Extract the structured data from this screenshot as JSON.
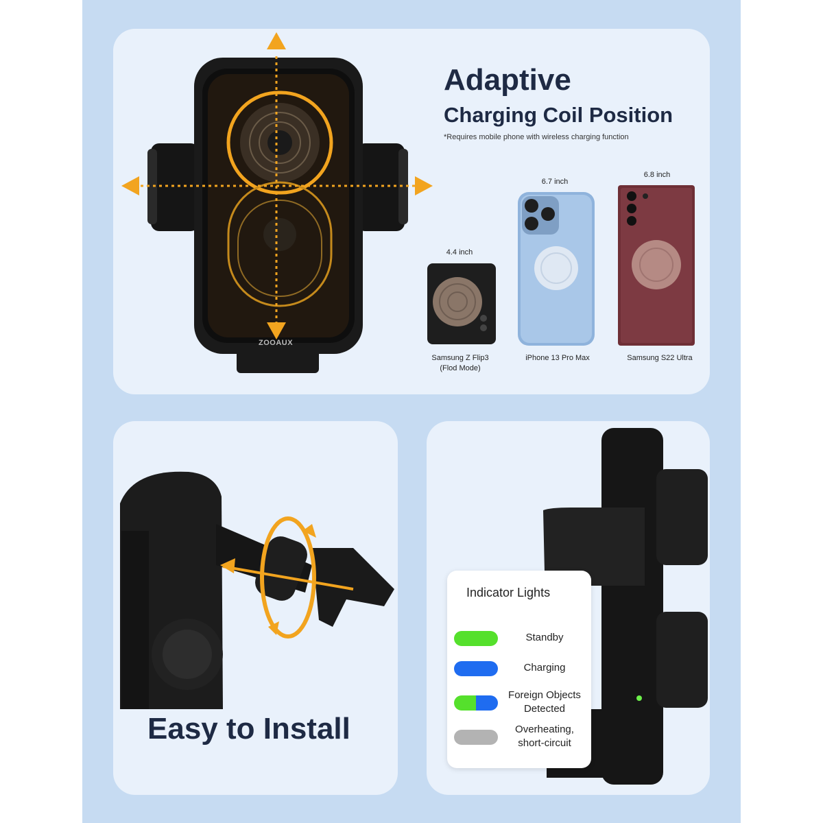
{
  "top": {
    "title_line1": "Adaptive",
    "title_line2": "Charging Coil Position",
    "note": "*Requires mobile phone with wireless charging function",
    "brand": "ZOOAUX",
    "phones": [
      {
        "size": "4.4 inch",
        "name": "Samsung Z Flip3\n(Flod Mode)"
      },
      {
        "size": "6.7 inch",
        "name": "iPhone 13 Pro Max"
      },
      {
        "size": "6.8 inch",
        "name": "Samsung S22 Ultra"
      }
    ]
  },
  "install": {
    "caption": "Easy to Install"
  },
  "indicator": {
    "title": "Indicator Lights",
    "items": [
      {
        "label": "Standby",
        "colors": [
          "#55e02c",
          "#55e02c"
        ]
      },
      {
        "label": "Charging",
        "colors": [
          "#1f6cf0",
          "#1f6cf0"
        ]
      },
      {
        "label": "Foreign Objects\nDetected",
        "colors": [
          "#55e02c",
          "#1f6cf0"
        ]
      },
      {
        "label": "Overheating,\nshort-circuit",
        "colors": [
          "#b3b3b3",
          "#b3b3b3"
        ]
      }
    ]
  },
  "colors": {
    "accent_orange": "#f2a41f",
    "navy_text": "#1e2a44",
    "page_blue": "#c6dbf2"
  }
}
